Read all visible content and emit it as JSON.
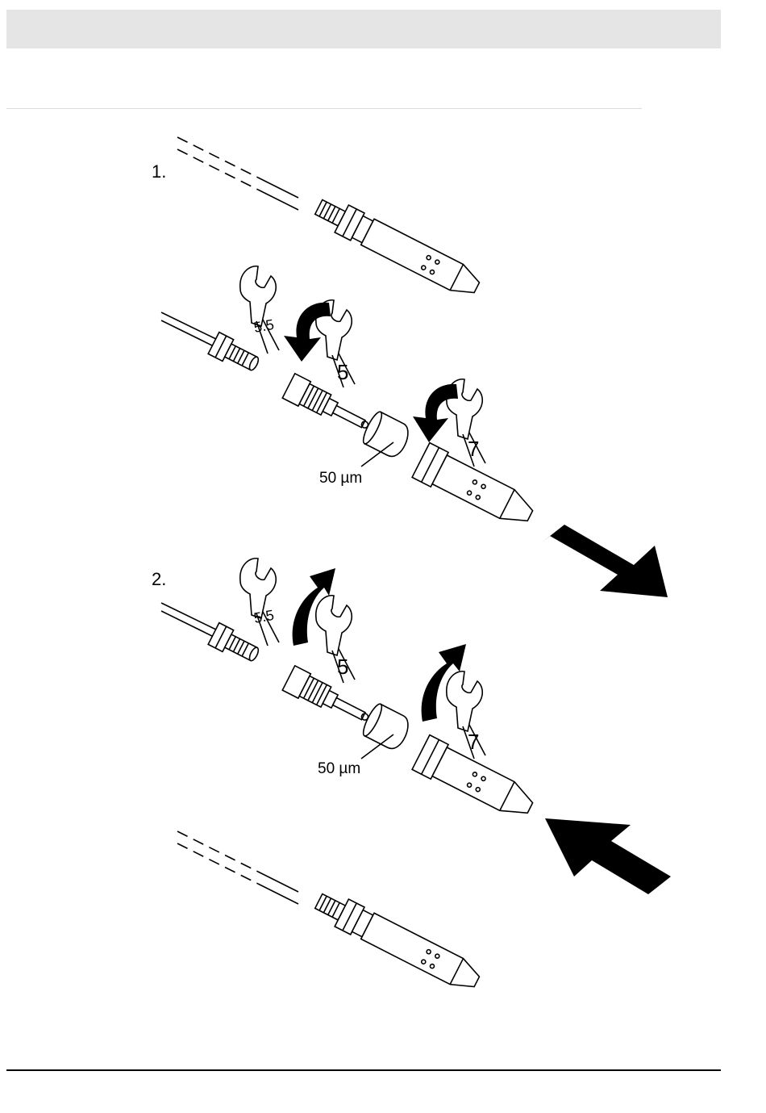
{
  "steps": [
    {
      "label": "1.",
      "filter_label": "50 µm",
      "wrench_sizes": [
        "5.5",
        "5",
        "7"
      ]
    },
    {
      "label": "2.",
      "filter_label": "50 µm",
      "wrench_sizes": [
        "5.5",
        "5",
        "7"
      ]
    }
  ]
}
